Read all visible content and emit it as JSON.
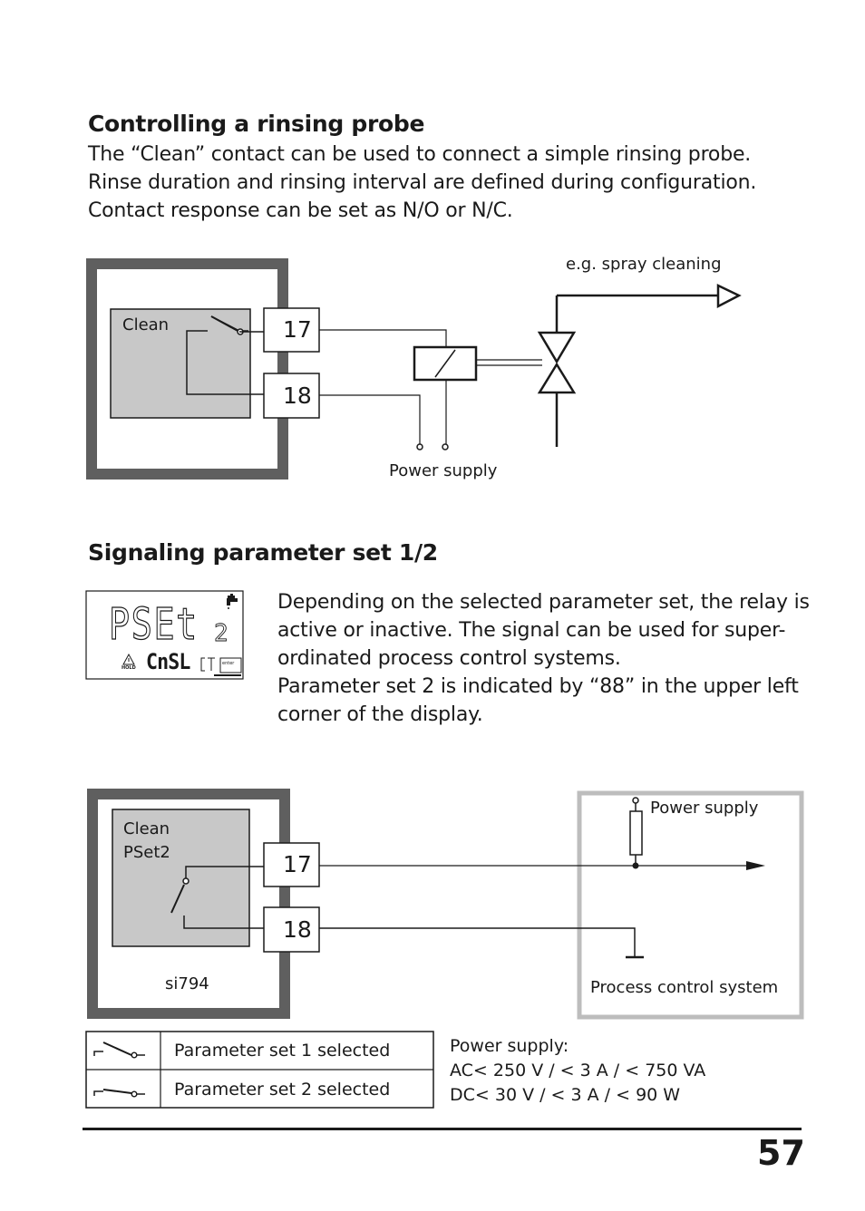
{
  "section1": {
    "heading": "Controlling a rinsing probe",
    "paragraph": [
      "The “Clean” contact can be used to connect a simple rinsing probe.",
      "Rinse duration and rinsing interval are defined during configuration.",
      "Contact response can be set as N/O or N/C."
    ],
    "diagram": {
      "clean_label": "Clean",
      "terminal_17": "17",
      "terminal_18": "18",
      "spray_label": "e.g. spray cleaning",
      "power_supply_label": "Power supply"
    }
  },
  "section2": {
    "heading": "Signaling parameter set 1/2",
    "display": {
      "main_text": "PSEt",
      "sub_digit": "2",
      "lower_text": "CnSL",
      "hold_label": "HOLD",
      "enter_label": "enter"
    },
    "paragraph": [
      "Depending on the selected parameter set, the relay is",
      "active or inactive. The signal can be used for super-",
      "ordinated process control systems.",
      "Parameter set 2 is indicated by “88” in the upper left",
      "corner of the display."
    ],
    "diagram": {
      "clean_label": "Clean",
      "pset_label": "PSet2",
      "device_label": "si794",
      "terminal_17": "17",
      "terminal_18": "18",
      "power_supply_label": "Power supply",
      "pcs_label": "Process control system"
    },
    "legend_table": [
      {
        "label": "Parameter set 1 selected"
      },
      {
        "label": "Parameter set 2 selected"
      }
    ],
    "power_supply_spec": {
      "title": "Power supply:",
      "ac": "AC< 250 V / < 3 A / < 750 VA",
      "dc": "DC< 30 V / < 3 A / < 90 W"
    }
  },
  "footer": {
    "page_number": "57"
  }
}
